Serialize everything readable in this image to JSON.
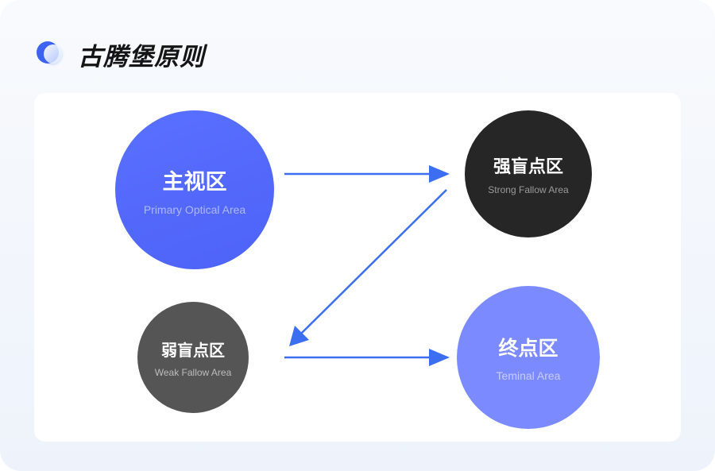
{
  "header": {
    "title": "古腾堡原则",
    "icon": "gutenberg-logo-icon"
  },
  "nodes": {
    "primary": {
      "zh": "主视区",
      "en": "Primary Optical Area",
      "color": "#4d62f8"
    },
    "strong": {
      "zh": "强盲点区",
      "en": "Strong Fallow Area",
      "color": "#262626"
    },
    "weak": {
      "zh": "弱盲点区",
      "en": "Weak Fallow Area",
      "color": "#555555"
    },
    "terminal": {
      "zh": "终点区",
      "en": "Teminal Area",
      "color": "#7b8bff"
    }
  },
  "arrows": [
    {
      "from": "primary",
      "to": "strong"
    },
    {
      "from": "strong",
      "to": "weak"
    },
    {
      "from": "weak",
      "to": "terminal"
    }
  ],
  "colors": {
    "accent": "#3d63f5",
    "arrow": "#3b6ef0",
    "panel": "#ffffff",
    "background": "#f3f6fc"
  }
}
